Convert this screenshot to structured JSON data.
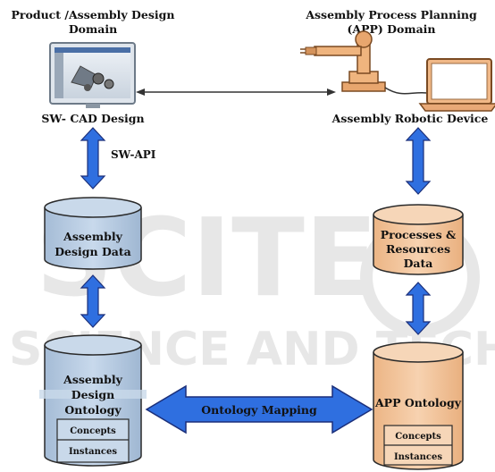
{
  "domains": {
    "left_title_line1": "Product /Assembly Design",
    "left_title_line2": "Domain",
    "right_title_line1": "Assembly Process Planning",
    "right_title_line2": "(APP) Domain"
  },
  "devices": {
    "cad_label": "SW- CAD Design",
    "robot_label": "Assembly Robotic Device"
  },
  "connectors": {
    "api_label": "SW-API",
    "mapping_label": "Ontology Mapping"
  },
  "stores": {
    "assembly_design_data": {
      "line1": "Assembly",
      "line2": "Design Data"
    },
    "process_resources_data": {
      "line1": "Processes &",
      "line2": "Resources",
      "line3": "Data"
    }
  },
  "ontologies": {
    "assembly": {
      "line1": "Assembly",
      "line2": "Design",
      "line3": "Ontology",
      "concepts": "Concepts",
      "instances": "Instances"
    },
    "app": {
      "title": "APP Ontology",
      "concepts": "Concepts",
      "instances": "Instances"
    }
  },
  "watermark": {
    "line1": "SCITE",
    "line2": "SCIENCE AND TECHNO"
  },
  "colors": {
    "arrow_blue": "#2f6fe0",
    "arrow_outline": "#1b2f7a",
    "left_cylinder": "#b6cce2",
    "left_cylinder_top": "#c9d9ea",
    "right_cylinder": "#f2c69e",
    "right_cylinder_top": "#f6d6b8",
    "cylinder_stroke": "#2a2a2a"
  }
}
